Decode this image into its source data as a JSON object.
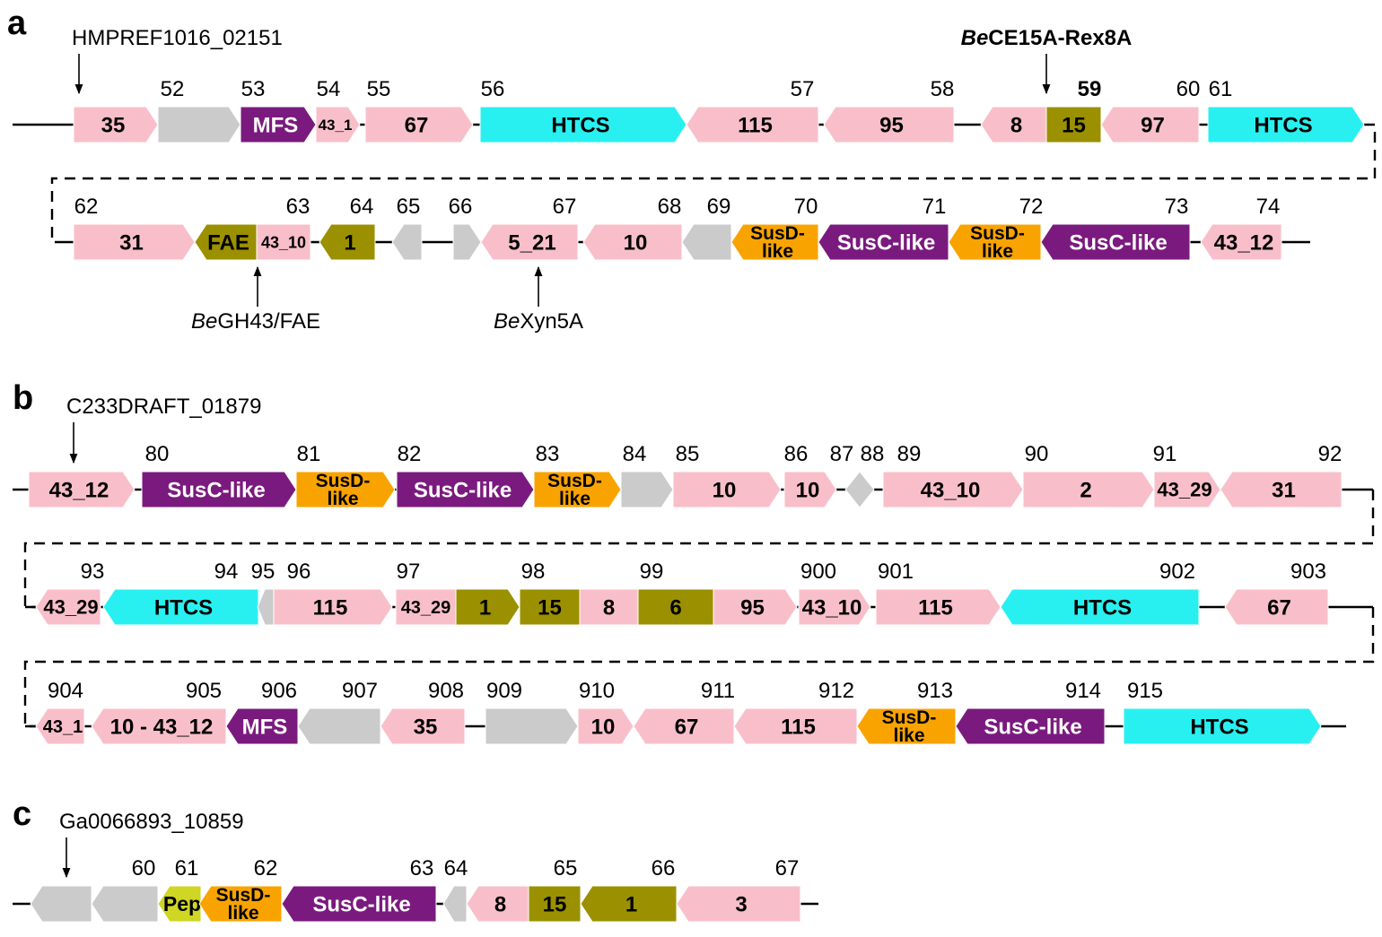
{
  "colors": {
    "pink": "#f8bfca",
    "gray": "#cbcbcb",
    "purple": "#7a1a7e",
    "cyan": "#29f0f0",
    "olive": "#9b9000",
    "orange": "#f9a300",
    "lime": "#cfd623"
  },
  "panels": [
    {
      "letter": "a",
      "rows": [
        {
          "genes": [
            {
              "label": "35",
              "color": "pink",
              "dir": "right"
            },
            {
              "label": "",
              "color": "gray",
              "dir": "right"
            },
            {
              "label": "MFS",
              "color": "purple",
              "dir": "right"
            },
            {
              "label": "43_1",
              "color": "pink",
              "dir": "right"
            },
            {
              "label": "67",
              "color": "pink",
              "dir": "right"
            },
            {
              "label": "HTCS",
              "color": "cyan",
              "dir": "right"
            },
            {
              "label": "115",
              "color": "pink",
              "dir": "left"
            },
            {
              "label": "95",
              "color": "pink",
              "dir": "left"
            },
            {
              "label": "8",
              "color": "pink",
              "dir": "left"
            },
            {
              "label": "15",
              "color": "olive",
              "dir": "none"
            },
            {
              "label": "97",
              "color": "pink",
              "dir": "left"
            },
            {
              "label": "HTCS",
              "color": "cyan",
              "dir": "right"
            }
          ],
          "numbers": [
            {
              "text": "52"
            },
            {
              "text": "53"
            },
            {
              "text": "54"
            },
            {
              "text": "55"
            },
            {
              "text": "56"
            },
            {
              "text": "57"
            },
            {
              "text": "58"
            },
            {
              "text": "59",
              "bold": true
            },
            {
              "text": "60"
            },
            {
              "text": "61"
            }
          ]
        },
        {
          "genes": [
            {
              "label": "31",
              "color": "pink",
              "dir": "right"
            },
            {
              "label": "FAE",
              "color": "olive",
              "dir": "left"
            },
            {
              "label": "43_10",
              "color": "pink",
              "dir": "none"
            },
            {
              "label": "1",
              "color": "olive",
              "dir": "left"
            },
            {
              "label": "",
              "color": "gray",
              "dir": "left"
            },
            {
              "label": "",
              "color": "gray",
              "dir": "right"
            },
            {
              "label": "5_21",
              "color": "pink",
              "dir": "left"
            },
            {
              "label": "10",
              "color": "pink",
              "dir": "left"
            },
            {
              "label": "",
              "color": "gray",
              "dir": "left"
            },
            {
              "label": "SusD-\nlike",
              "color": "orange",
              "dir": "left"
            },
            {
              "label": "SusC-like",
              "color": "purple",
              "dir": "left"
            },
            {
              "label": "SusD-\nlike",
              "color": "orange",
              "dir": "left"
            },
            {
              "label": "SusC-like",
              "color": "purple",
              "dir": "left"
            },
            {
              "label": "43_12",
              "color": "pink",
              "dir": "left"
            }
          ],
          "numbers": [
            {
              "text": "62"
            },
            {
              "text": "63"
            },
            {
              "text": "64"
            },
            {
              "text": "65"
            },
            {
              "text": "66"
            },
            {
              "text": "67"
            },
            {
              "text": "68"
            },
            {
              "text": "69"
            },
            {
              "text": "70"
            },
            {
              "text": "71"
            },
            {
              "text": "72"
            },
            {
              "text": "73"
            },
            {
              "text": "74"
            }
          ]
        }
      ],
      "annotations": [
        {
          "text": "HMPREF1016_02151"
        },
        {
          "prefix": "Be",
          "text": "CE15A-Rex8A",
          "bold": true
        },
        {
          "prefix": "Be",
          "text": "GH43/FAE"
        },
        {
          "prefix": "Be",
          "text": "Xyn5A"
        }
      ]
    },
    {
      "letter": "b",
      "rows": [
        {
          "genes": [
            {
              "label": "43_12",
              "color": "pink",
              "dir": "right"
            },
            {
              "label": "SusC-like",
              "color": "purple",
              "dir": "right"
            },
            {
              "label": "SusD-\nlike",
              "color": "orange",
              "dir": "right"
            },
            {
              "label": "SusC-like",
              "color": "purple",
              "dir": "right"
            },
            {
              "label": "SusD-\nlike",
              "color": "orange",
              "dir": "right"
            },
            {
              "label": "",
              "color": "gray",
              "dir": "right"
            },
            {
              "label": "10",
              "color": "pink",
              "dir": "right"
            },
            {
              "label": "10",
              "color": "pink",
              "dir": "right"
            },
            {
              "label": "",
              "color": "gray",
              "dir": "both"
            },
            {
              "label": "43_10",
              "color": "pink",
              "dir": "right"
            },
            {
              "label": "2",
              "color": "pink",
              "dir": "right"
            },
            {
              "label": "43_29",
              "color": "pink",
              "dir": "right"
            },
            {
              "label": "31",
              "color": "pink",
              "dir": "left"
            }
          ],
          "numbers": [
            {
              "text": "80"
            },
            {
              "text": "81"
            },
            {
              "text": "82"
            },
            {
              "text": "83"
            },
            {
              "text": "84"
            },
            {
              "text": "85"
            },
            {
              "text": "86"
            },
            {
              "text": "87"
            },
            {
              "text": "88"
            },
            {
              "text": "89"
            },
            {
              "text": "90"
            },
            {
              "text": "91"
            },
            {
              "text": "92"
            }
          ]
        },
        {
          "genes": [
            {
              "label": "43_29",
              "color": "pink",
              "dir": "left"
            },
            {
              "label": "HTCS",
              "color": "cyan",
              "dir": "left"
            },
            {
              "label": "",
              "color": "gray",
              "dir": "left"
            },
            {
              "label": "115",
              "color": "pink",
              "dir": "right"
            },
            {
              "label": "43_29",
              "color": "pink",
              "dir": "none"
            },
            {
              "label": "1",
              "color": "olive",
              "dir": "right"
            },
            {
              "label": "15",
              "color": "olive",
              "dir": "none"
            },
            {
              "label": "8",
              "color": "pink",
              "dir": "none"
            },
            {
              "label": "6",
              "color": "olive",
              "dir": "none"
            },
            {
              "label": "95",
              "color": "pink",
              "dir": "right"
            },
            {
              "label": "43_10",
              "color": "pink",
              "dir": "right"
            },
            {
              "label": "115",
              "color": "pink",
              "dir": "right"
            },
            {
              "label": "HTCS",
              "color": "cyan",
              "dir": "left"
            },
            {
              "label": "67",
              "color": "pink",
              "dir": "left"
            }
          ],
          "numbers": [
            {
              "text": "93"
            },
            {
              "text": "94"
            },
            {
              "text": "95"
            },
            {
              "text": "96"
            },
            {
              "text": "97"
            },
            {
              "text": "98"
            },
            {
              "text": "99"
            },
            {
              "text": "900"
            },
            {
              "text": "901"
            },
            {
              "text": "902"
            },
            {
              "text": "903"
            }
          ]
        },
        {
          "genes": [
            {
              "label": "43_1",
              "color": "pink",
              "dir": "left"
            },
            {
              "label": "10 - 43_12",
              "color": "pink",
              "dir": "left"
            },
            {
              "label": "MFS",
              "color": "purple",
              "dir": "left"
            },
            {
              "label": "",
              "color": "gray",
              "dir": "left"
            },
            {
              "label": "35",
              "color": "pink",
              "dir": "left"
            },
            {
              "label": "",
              "color": "gray",
              "dir": "right"
            },
            {
              "label": "10",
              "color": "pink",
              "dir": "right"
            },
            {
              "label": "67",
              "color": "pink",
              "dir": "left"
            },
            {
              "label": "115",
              "color": "pink",
              "dir": "left"
            },
            {
              "label": "SusD-\nlike",
              "color": "orange",
              "dir": "left"
            },
            {
              "label": "SusC-like",
              "color": "purple",
              "dir": "left"
            },
            {
              "label": "HTCS",
              "color": "cyan",
              "dir": "right"
            }
          ],
          "numbers": [
            {
              "text": "904"
            },
            {
              "text": "905"
            },
            {
              "text": "906"
            },
            {
              "text": "907"
            },
            {
              "text": "908"
            },
            {
              "text": "909"
            },
            {
              "text": "910"
            },
            {
              "text": "911"
            },
            {
              "text": "912"
            },
            {
              "text": "913"
            },
            {
              "text": "914"
            },
            {
              "text": "915"
            }
          ]
        }
      ],
      "annotations": [
        {
          "text": "C233DRAFT_01879"
        }
      ]
    },
    {
      "letter": "c",
      "rows": [
        {
          "genes": [
            {
              "label": "",
              "color": "gray",
              "dir": "left"
            },
            {
              "label": "",
              "color": "gray",
              "dir": "left"
            },
            {
              "label": "Pep",
              "color": "lime",
              "dir": "left"
            },
            {
              "label": "SusD-\nlike",
              "color": "orange",
              "dir": "left"
            },
            {
              "label": "SusC-like",
              "color": "purple",
              "dir": "left"
            },
            {
              "label": "",
              "color": "gray",
              "dir": "left"
            },
            {
              "label": "8",
              "color": "pink",
              "dir": "left"
            },
            {
              "label": "15",
              "color": "olive",
              "dir": "none"
            },
            {
              "label": "1",
              "color": "olive",
              "dir": "left"
            },
            {
              "label": "3",
              "color": "pink",
              "dir": "left"
            }
          ],
          "numbers": [
            {
              "text": "60"
            },
            {
              "text": "61"
            },
            {
              "text": "62"
            },
            {
              "text": "63"
            },
            {
              "text": "64"
            },
            {
              "text": "65"
            },
            {
              "text": "66"
            },
            {
              "text": "67"
            }
          ]
        }
      ],
      "annotations": [
        {
          "text": "Ga0066893_10859"
        }
      ]
    }
  ]
}
